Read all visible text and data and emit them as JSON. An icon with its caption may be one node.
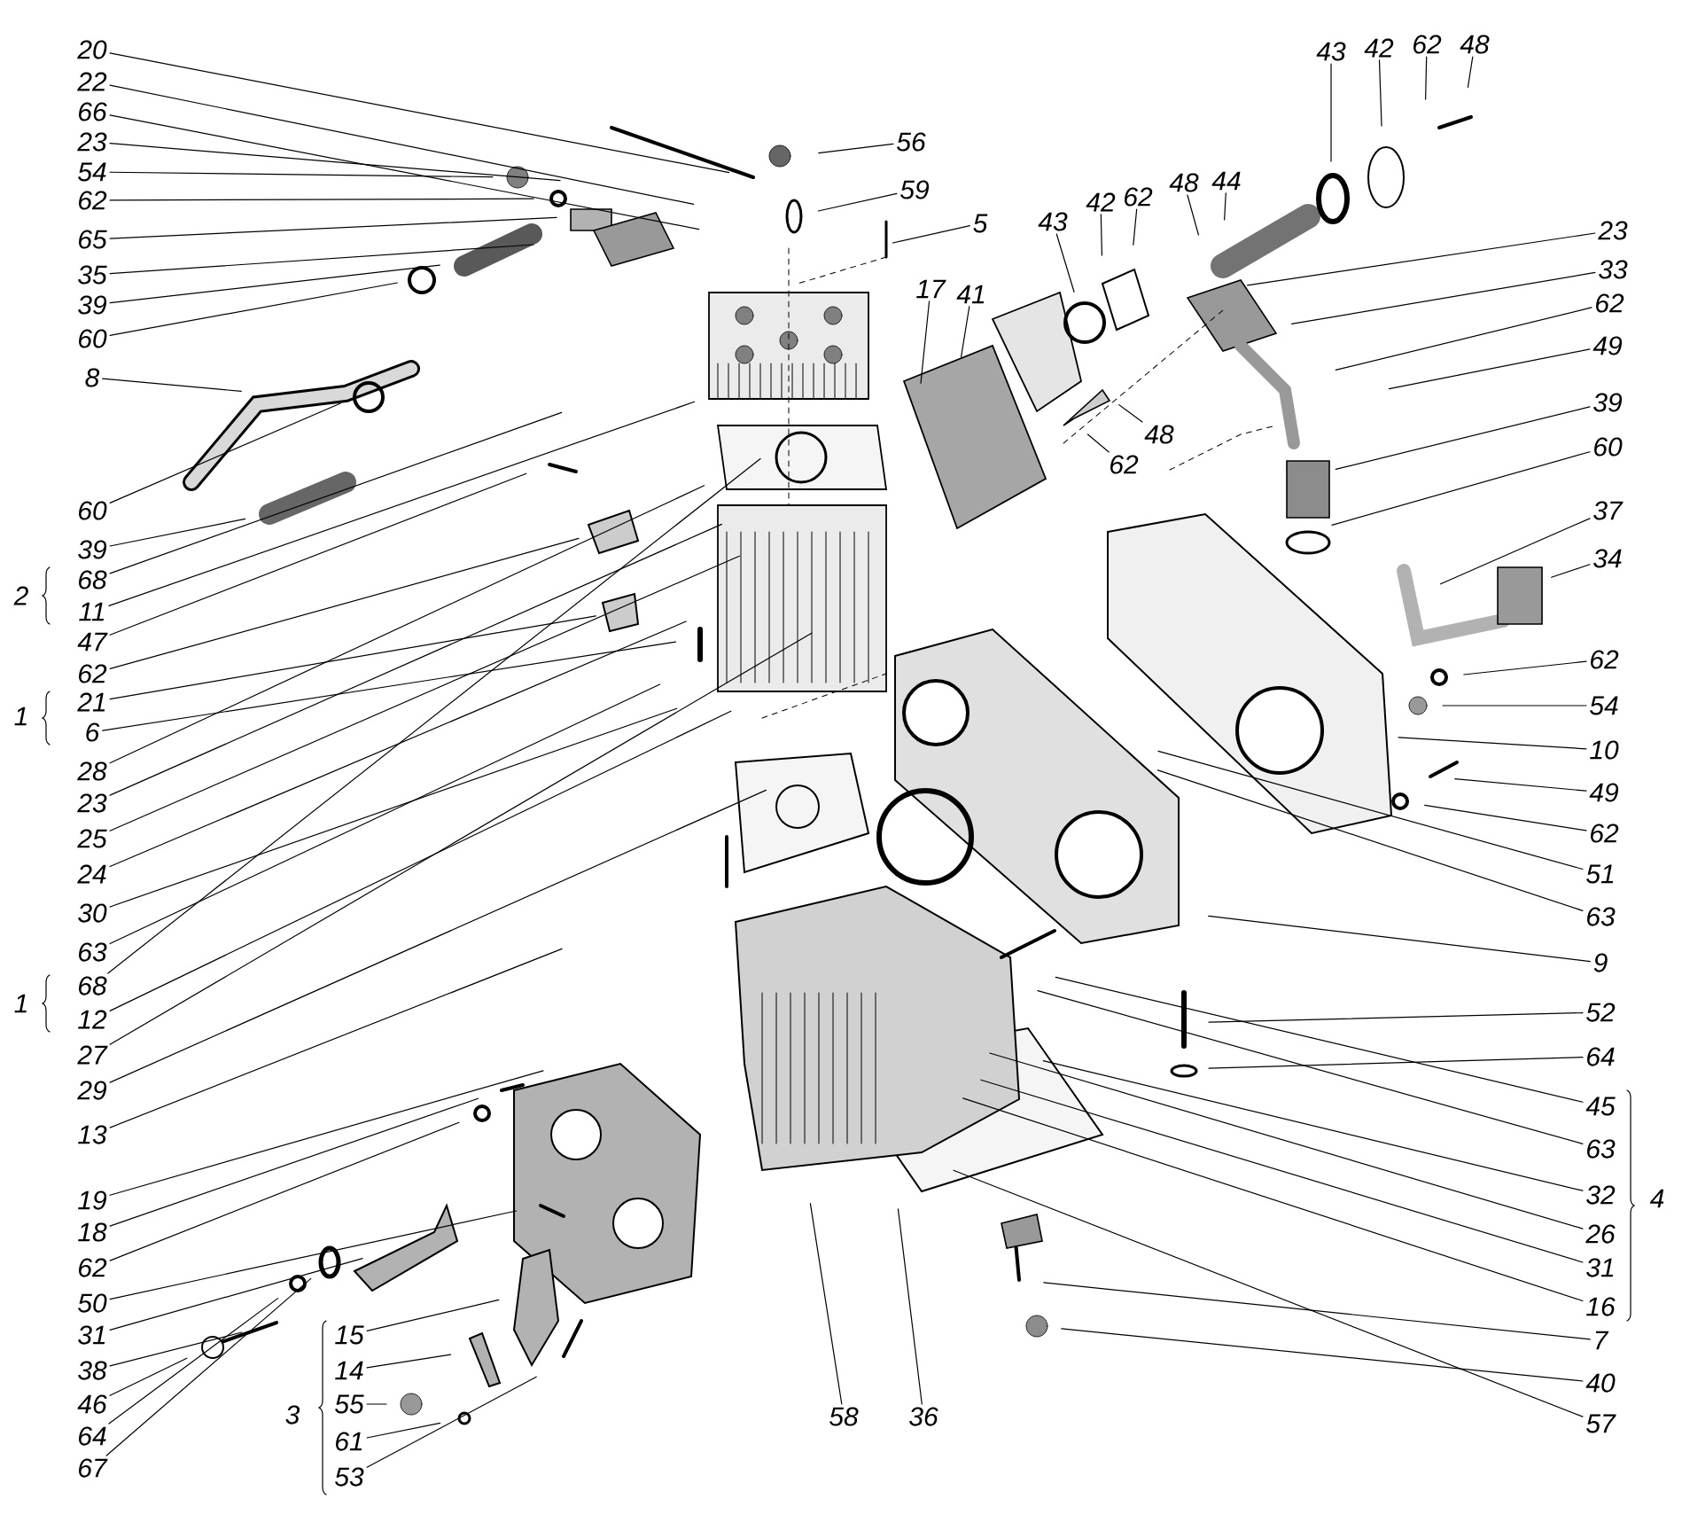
{
  "diagram": {
    "nodes": [
      {
        "text": [
          "20"
        ]
      },
      {
        "text": [
          "22"
        ]
      },
      {
        "text": [
          "66"
        ]
      },
      {
        "text": [
          "23"
        ]
      },
      {
        "text": [
          "54"
        ]
      },
      {
        "text": [
          "62"
        ]
      },
      {
        "text": [
          "65"
        ]
      },
      {
        "text": [
          "35"
        ]
      },
      {
        "text": [
          "39"
        ]
      },
      {
        "text": [
          "60"
        ]
      },
      {
        "text": [
          "8"
        ]
      },
      {
        "text": [
          "60"
        ]
      },
      {
        "text": [
          "39"
        ]
      },
      {
        "text": [
          "68"
        ]
      },
      {
        "text": [
          "11"
        ]
      },
      {
        "text": [
          "47"
        ]
      },
      {
        "text": [
          "62"
        ]
      },
      {
        "text": [
          "21"
        ]
      },
      {
        "text": [
          "6"
        ]
      },
      {
        "text": [
          "28"
        ]
      },
      {
        "text": [
          "23"
        ]
      },
      {
        "text": [
          "25"
        ]
      },
      {
        "text": [
          "24"
        ]
      },
      {
        "text": [
          "30"
        ]
      },
      {
        "text": [
          "63"
        ]
      },
      {
        "text": [
          "68"
        ]
      },
      {
        "text": [
          "12"
        ]
      },
      {
        "text": [
          "27"
        ]
      },
      {
        "text": [
          "29"
        ]
      },
      {
        "text": [
          "13"
        ]
      },
      {
        "text": [
          "19"
        ]
      },
      {
        "text": [
          "18"
        ]
      },
      {
        "text": [
          "62"
        ]
      },
      {
        "text": [
          "50"
        ]
      },
      {
        "text": [
          "31"
        ]
      },
      {
        "text": [
          "38"
        ]
      },
      {
        "text": [
          "46"
        ]
      },
      {
        "text": [
          "64"
        ]
      },
      {
        "text": [
          "67"
        ]
      },
      {
        "text": [
          "15"
        ]
      },
      {
        "text": [
          "14"
        ]
      },
      {
        "text": [
          "55"
        ]
      },
      {
        "text": [
          "61"
        ]
      },
      {
        "text": [
          "53"
        ]
      },
      {
        "text": [
          "56"
        ]
      },
      {
        "text": [
          "59"
        ]
      },
      {
        "text": [
          "5"
        ]
      },
      {
        "text": [
          "17"
        ]
      },
      {
        "text": [
          "41"
        ]
      },
      {
        "text": [
          "43"
        ]
      },
      {
        "text": [
          "42"
        ]
      },
      {
        "text": [
          "62"
        ]
      },
      {
        "text": [
          "48"
        ]
      },
      {
        "text": [
          "44"
        ]
      },
      {
        "text": [
          "43"
        ]
      },
      {
        "text": [
          "42"
        ]
      },
      {
        "text": [
          "62"
        ]
      },
      {
        "text": [
          "48"
        ]
      },
      {
        "text": [
          "62"
        ]
      },
      {
        "text": [
          "48"
        ]
      },
      {
        "text": [
          "23"
        ]
      },
      {
        "text": [
          "33"
        ]
      },
      {
        "text": [
          "62"
        ]
      },
      {
        "text": [
          "49"
        ]
      },
      {
        "text": [
          "39"
        ]
      },
      {
        "text": [
          "60"
        ]
      },
      {
        "text": [
          "37"
        ]
      },
      {
        "text": [
          "34"
        ]
      },
      {
        "text": [
          "62"
        ]
      },
      {
        "text": [
          "54"
        ]
      },
      {
        "text": [
          "10"
        ]
      },
      {
        "text": [
          "49"
        ]
      },
      {
        "text": [
          "62"
        ]
      },
      {
        "text": [
          "51"
        ]
      },
      {
        "text": [
          "63"
        ]
      },
      {
        "text": [
          "9"
        ]
      },
      {
        "text": [
          "52"
        ]
      },
      {
        "text": [
          "64"
        ]
      },
      {
        "text": [
          "45"
        ]
      },
      {
        "text": [
          "63"
        ]
      },
      {
        "text": [
          "32"
        ]
      },
      {
        "text": [
          "26"
        ]
      },
      {
        "text": [
          "31"
        ]
      },
      {
        "text": [
          "16"
        ]
      },
      {
        "text": [
          "7"
        ]
      },
      {
        "text": [
          "40"
        ]
      },
      {
        "text": [
          "57"
        ]
      },
      {
        "text": [
          "58"
        ]
      },
      {
        "text": [
          "36"
        ]
      }
    ],
    "edges": [
      {
        "from": 0,
        "to": null,
        "arrow": "none"
      },
      {
        "from": 1,
        "to": null,
        "arrow": "none"
      },
      {
        "from": 2,
        "to": null,
        "arrow": "none"
      },
      {
        "from": 3,
        "to": null,
        "arrow": "none"
      },
      {
        "from": 4,
        "to": null,
        "arrow": "none"
      },
      {
        "from": 5,
        "to": null,
        "arrow": "none"
      },
      {
        "from": 6,
        "to": null,
        "arrow": "none"
      },
      {
        "from": 7,
        "to": null,
        "arrow": "none"
      },
      {
        "from": 8,
        "to": null,
        "arrow": "none"
      },
      {
        "from": 9,
        "to": null,
        "arrow": "none"
      },
      {
        "from": 10,
        "to": null,
        "arrow": "none"
      },
      {
        "from": 11,
        "to": null,
        "arrow": "none"
      },
      {
        "from": 12,
        "to": null,
        "arrow": "none"
      },
      {
        "from": 13,
        "to": null,
        "arrow": "none"
      },
      {
        "from": 14,
        "to": null,
        "arrow": "none"
      },
      {
        "from": 15,
        "to": null,
        "arrow": "none"
      },
      {
        "from": 16,
        "to": null,
        "arrow": "none"
      },
      {
        "from": 17,
        "to": null,
        "arrow": "none"
      },
      {
        "from": 18,
        "to": null,
        "arrow": "none"
      },
      {
        "from": 19,
        "to": null,
        "arrow": "none"
      },
      {
        "from": 20,
        "to": null,
        "arrow": "none"
      },
      {
        "from": 21,
        "to": null,
        "arrow": "none"
      },
      {
        "from": 22,
        "to": null,
        "arrow": "none"
      },
      {
        "from": 23,
        "to": null,
        "arrow": "none"
      },
      {
        "from": 24,
        "to": null,
        "arrow": "none"
      },
      {
        "from": 25,
        "to": null,
        "arrow": "none"
      },
      {
        "from": 26,
        "to": null,
        "arrow": "none"
      },
      {
        "from": 27,
        "to": null,
        "arrow": "none"
      },
      {
        "from": 28,
        "to": null,
        "arrow": "none"
      },
      {
        "from": 29,
        "to": null,
        "arrow": "none"
      },
      {
        "from": 30,
        "to": null,
        "arrow": "none"
      },
      {
        "from": 31,
        "to": null,
        "arrow": "none"
      },
      {
        "from": 32,
        "to": null,
        "arrow": "none"
      },
      {
        "from": 33,
        "to": null,
        "arrow": "none"
      },
      {
        "from": 34,
        "to": null,
        "arrow": "none"
      },
      {
        "from": 35,
        "to": null,
        "arrow": "none"
      },
      {
        "from": 36,
        "to": null,
        "arrow": "none"
      },
      {
        "from": 37,
        "to": null,
        "arrow": "none"
      },
      {
        "from": 38,
        "to": null,
        "arrow": "none"
      },
      {
        "from": 39,
        "to": null,
        "arrow": "none"
      },
      {
        "from": 40,
        "to": null,
        "arrow": "none"
      },
      {
        "from": 41,
        "to": null,
        "arrow": "none"
      },
      {
        "from": 42,
        "to": null,
        "arrow": "none"
      },
      {
        "from": 43,
        "to": null,
        "arrow": "none"
      },
      {
        "from": 44,
        "to": null,
        "arrow": "none"
      },
      {
        "from": 45,
        "to": null,
        "arrow": "none"
      },
      {
        "from": 46,
        "to": null,
        "arrow": "none"
      },
      {
        "from": 47,
        "to": null,
        "arrow": "none"
      },
      {
        "from": 48,
        "to": null,
        "arrow": "none"
      },
      {
        "from": 49,
        "to": null,
        "arrow": "none"
      },
      {
        "from": 50,
        "to": null,
        "arrow": "none"
      },
      {
        "from": 51,
        "to": null,
        "arrow": "none"
      },
      {
        "from": 52,
        "to": null,
        "arrow": "none"
      },
      {
        "from": 53,
        "to": null,
        "arrow": "none"
      },
      {
        "from": 54,
        "to": null,
        "arrow": "none"
      },
      {
        "from": 55,
        "to": null,
        "arrow": "none"
      },
      {
        "from": 56,
        "to": null,
        "arrow": "none"
      },
      {
        "from": 57,
        "to": null,
        "arrow": "none"
      },
      {
        "from": 58,
        "to": null,
        "arrow": "none"
      },
      {
        "from": 59,
        "to": null,
        "arrow": "none"
      },
      {
        "from": 60,
        "to": null,
        "arrow": "none"
      },
      {
        "from": 61,
        "to": null,
        "arrow": "none"
      },
      {
        "from": 62,
        "to": null,
        "arrow": "none"
      },
      {
        "from": 63,
        "to": null,
        "arrow": "none"
      },
      {
        "from": 64,
        "to": null,
        "arrow": "none"
      },
      {
        "from": 65,
        "to": null,
        "arrow": "none"
      },
      {
        "from": 66,
        "to": null,
        "arrow": "none"
      },
      {
        "from": 67,
        "to": null,
        "arrow": "none"
      },
      {
        "from": 68,
        "to": null,
        "arrow": "none"
      },
      {
        "from": 69,
        "to": null,
        "arrow": "none"
      },
      {
        "from": 70,
        "to": null,
        "arrow": "none"
      },
      {
        "from": 71,
        "to": null,
        "arrow": "none"
      },
      {
        "from": 72,
        "to": null,
        "arrow": "none"
      },
      {
        "from": 73,
        "to": null,
        "arrow": "none"
      },
      {
        "from": 74,
        "to": null,
        "arrow": "none"
      },
      {
        "from": 75,
        "to": null,
        "arrow": "none"
      },
      {
        "from": 76,
        "to": null,
        "arrow": "none"
      },
      {
        "from": 77,
        "to": null,
        "arrow": "none"
      },
      {
        "from": 78,
        "to": null,
        "arrow": "none"
      },
      {
        "from": 79,
        "to": null,
        "arrow": "none"
      },
      {
        "from": 80,
        "to": null,
        "arrow": "none"
      },
      {
        "from": 81,
        "to": null,
        "arrow": "none"
      },
      {
        "from": 82,
        "to": null,
        "arrow": "none"
      },
      {
        "from": 83,
        "to": null,
        "arrow": "none"
      },
      {
        "from": 84,
        "to": null,
        "arrow": "none"
      },
      {
        "from": 85,
        "to": null,
        "arrow": "none"
      },
      {
        "from": 86,
        "to": null,
        "arrow": "none"
      },
      {
        "from": 87,
        "to": null,
        "arrow": "none"
      },
      {
        "from": 88,
        "to": null,
        "arrow": "none"
      }
    ],
    "labels": [
      "2",
      "1",
      "1",
      "4",
      "3"
    ]
  }
}
